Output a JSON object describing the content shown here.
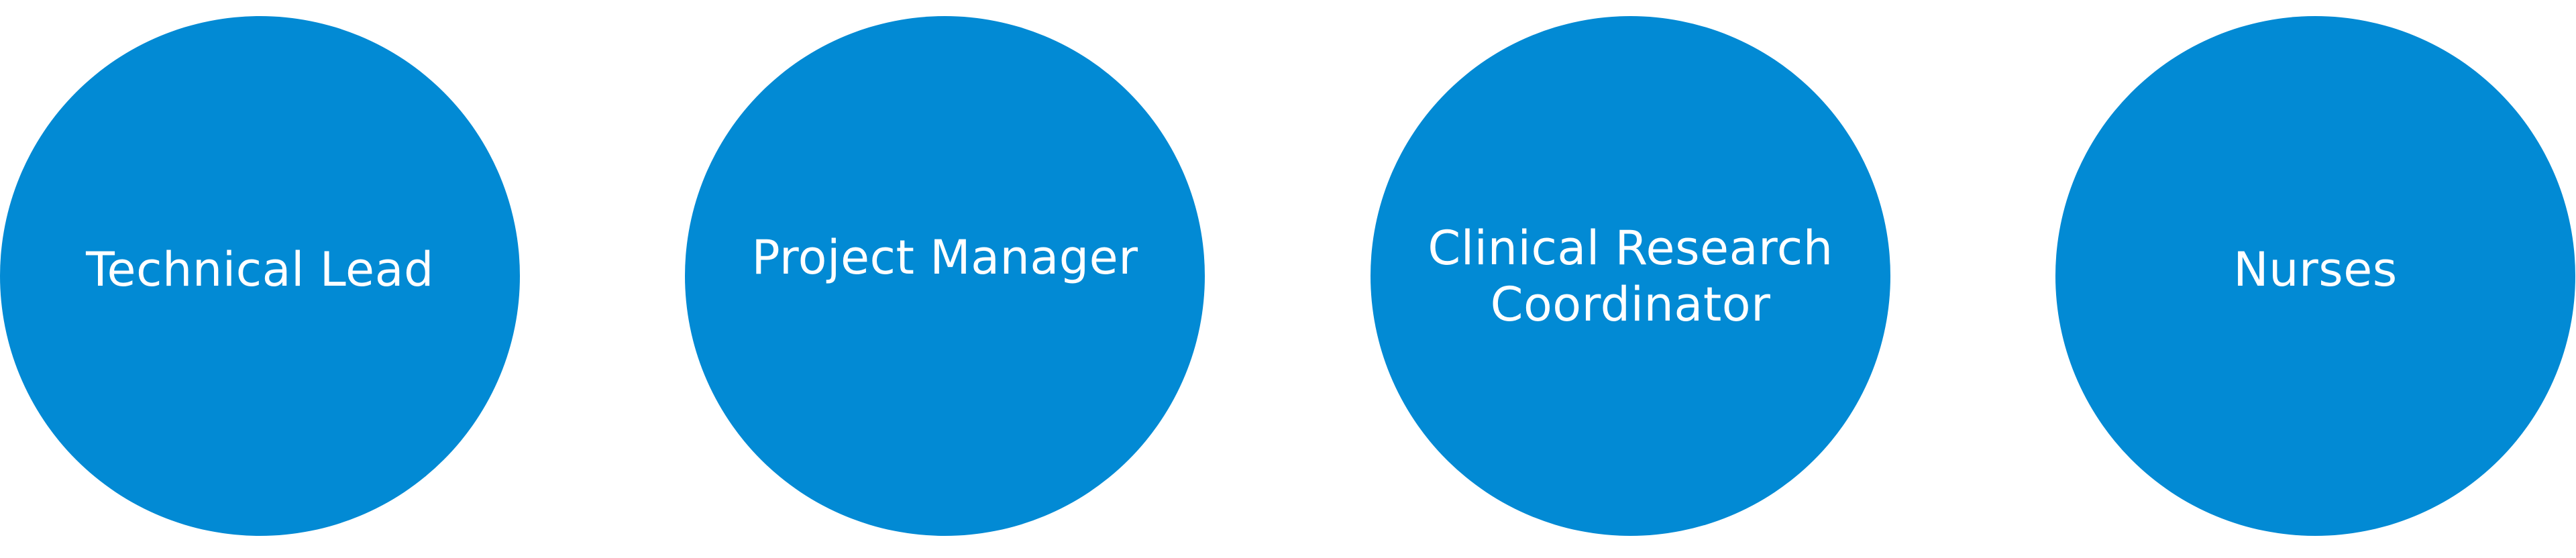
{
  "colors": {
    "circle_fill": "#028ad4",
    "label_text": "#ffffff",
    "background": "#ffffff"
  },
  "roles": [
    {
      "label": "Technical Lead"
    },
    {
      "label": "Project Manager"
    },
    {
      "label": "Clinical Research\nCoordinator"
    },
    {
      "label": "Nurses"
    }
  ]
}
